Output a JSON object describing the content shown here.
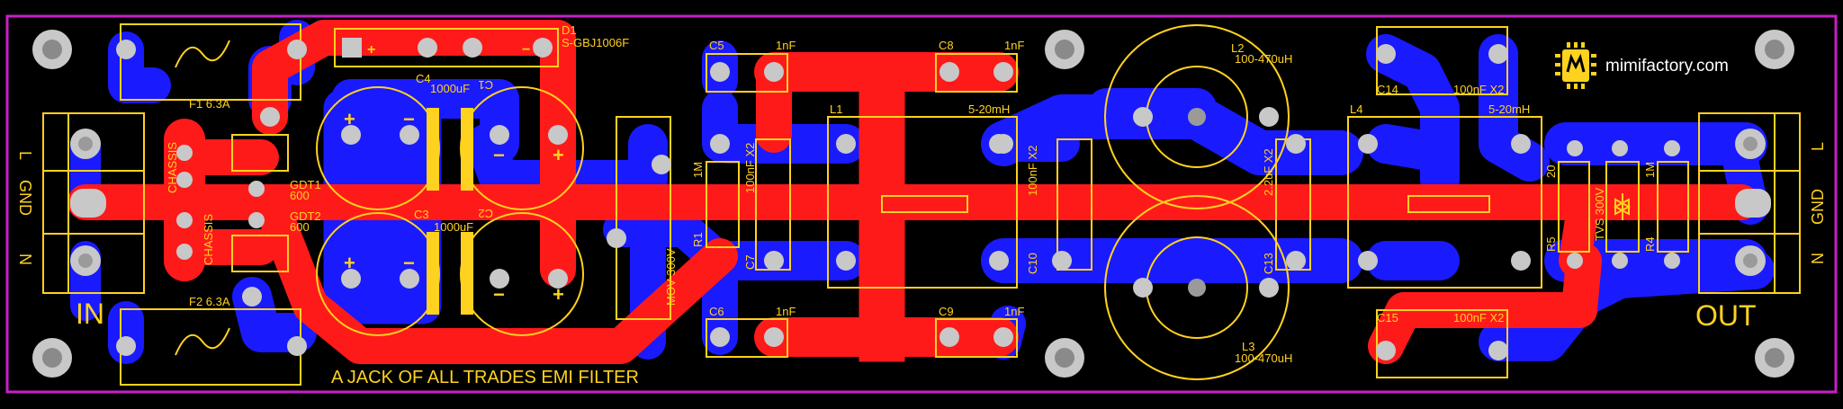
{
  "colors": {
    "background": "#000000",
    "border": "#c71fc7",
    "top_copper": "#ff1a1a",
    "bottom_copper": "#1a1aff",
    "silkscreen": "#ffd21f",
    "pad": "#c8c8c8",
    "hole": "#9a9a9a",
    "logo_text": "#ffffff"
  },
  "brand": {
    "name": "mimifactory.com",
    "icon": "chip-logo-icon"
  },
  "title": "A JACK OF ALL TRADES EMI FILTER",
  "ports": {
    "in": {
      "label": "IN",
      "pins": [
        "L",
        "GND",
        "N"
      ]
    },
    "out": {
      "label": "OUT",
      "pins": [
        "L",
        "GND",
        "N"
      ]
    }
  },
  "components": {
    "f1": "F1 6.3A",
    "f2": "F2 6.3A",
    "chassis1": "CHASSIS",
    "chassis2": "CHASSIS",
    "gdt1": "GDT1",
    "gdt1_val": "600",
    "gdt2": "GDT2",
    "gdt2_val": "600",
    "d1": "D1",
    "d1_val": "S-GBJ1006F",
    "c4": "C4",
    "c4_val": "1000uF",
    "c1": "C1",
    "c3": "C3",
    "c3_val": "1000uF",
    "c2": "C2",
    "mov": "MOV 300V",
    "r1": "R1",
    "r1_val": "1M",
    "c5": "C5",
    "c5_val": "1nF",
    "c6": "C6",
    "c6_val": "1nF",
    "c7": "C7",
    "c7_val": "100nF X2",
    "l1": "L1",
    "l1_val": "5-20mH",
    "c8": "C8",
    "c8_val": "1nF",
    "c9": "C9",
    "c9_val": "1nF",
    "c10": "C10",
    "c10_val": "100nF X2",
    "l2": "L2",
    "l2_val": "100-470uH",
    "l3": "L3",
    "l3_val": "100-470uH",
    "c13": "C13",
    "c13_val": "2.2uF X2",
    "c14": "C14",
    "c14_val": "100nF X2",
    "c15": "C15",
    "c15_val": "100nF X2",
    "l4": "L4",
    "l4_val": "5-20mH",
    "r5": "R5",
    "r5_val": "20",
    "tvs": "TVS 300V",
    "r4": "R4",
    "r4_val": "1M"
  }
}
